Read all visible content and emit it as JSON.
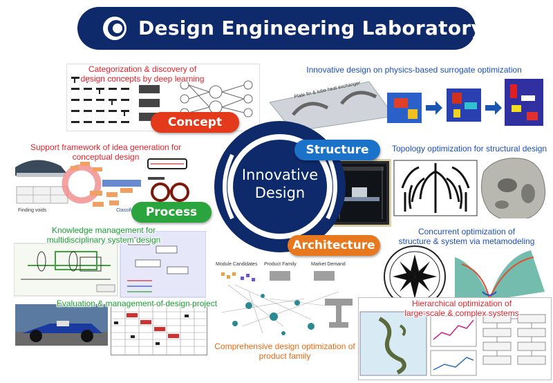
{
  "header": {
    "title": "Design Engineering Laboratory"
  },
  "center": {
    "line1": "Innovative",
    "line2": "Design"
  },
  "categories": {
    "concept": "Concept",
    "structure": "Structure",
    "process": "Process",
    "architecture": "Architecture"
  },
  "topics": {
    "concept_discovery": [
      "Categorization & discovery of",
      "design concepts by deep learning"
    ],
    "physics_surrogate": [
      "Innovative design on physics-based surrogate optimization"
    ],
    "idea_generation": [
      "Support framework of idea generation for",
      "conceptual design"
    ],
    "topology": [
      "Topology optimization for structural design"
    ],
    "knowledge": [
      "Knowledge management for",
      "multidisciplinary system design"
    ],
    "concurrent": [
      "Concurrent optimization of",
      "structure & system via metamodeling"
    ],
    "evaluation": [
      "Evaluation & management of design project"
    ],
    "hierarchical": [
      "Hierarchical optimization of",
      "large-scale & complex systems"
    ],
    "product_family": [
      "Comprehensive design optimization of",
      "product family"
    ]
  },
  "figure_text": {
    "finding_voids": "Finding voids",
    "classification": "Classification",
    "module_candidates": "Module Candidates",
    "product_family": "Product Family",
    "market_demand": "Market Demand",
    "plate_fin": "Plate fin & tube heat exchanger"
  },
  "colors": {
    "banner": "#0e2a6b",
    "concept": "#e23a1a",
    "structure": "#1a73c8",
    "process": "#2aa43c",
    "architecture": "#e8781e",
    "red_text": "#e8202a",
    "blue_text": "#1a4fbf",
    "green_text": "#18a030"
  }
}
